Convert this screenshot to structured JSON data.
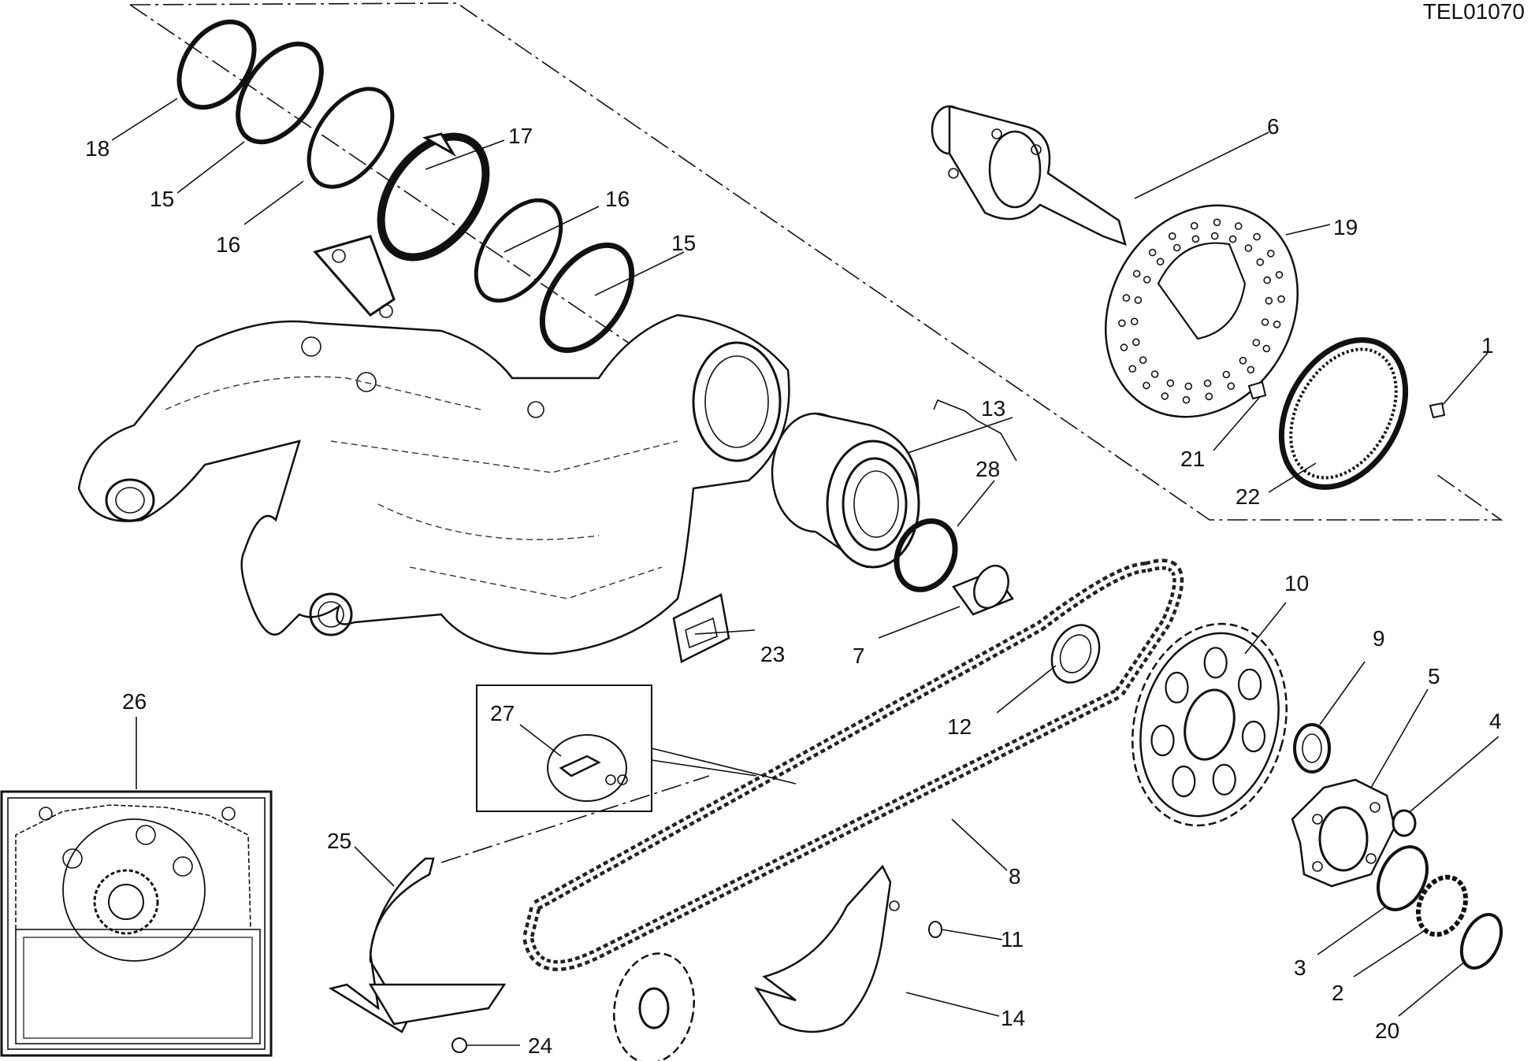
{
  "diagram": {
    "code": "TEL01070",
    "labels": [
      "1",
      "2",
      "3",
      "4",
      "5",
      "6",
      "7",
      "8",
      "9",
      "10",
      "11",
      "12",
      "13",
      "14",
      "15",
      "15",
      "16",
      "16",
      "17",
      "18",
      "19",
      "20",
      "21",
      "22",
      "23",
      "24",
      "25",
      "26",
      "27",
      "28"
    ]
  }
}
